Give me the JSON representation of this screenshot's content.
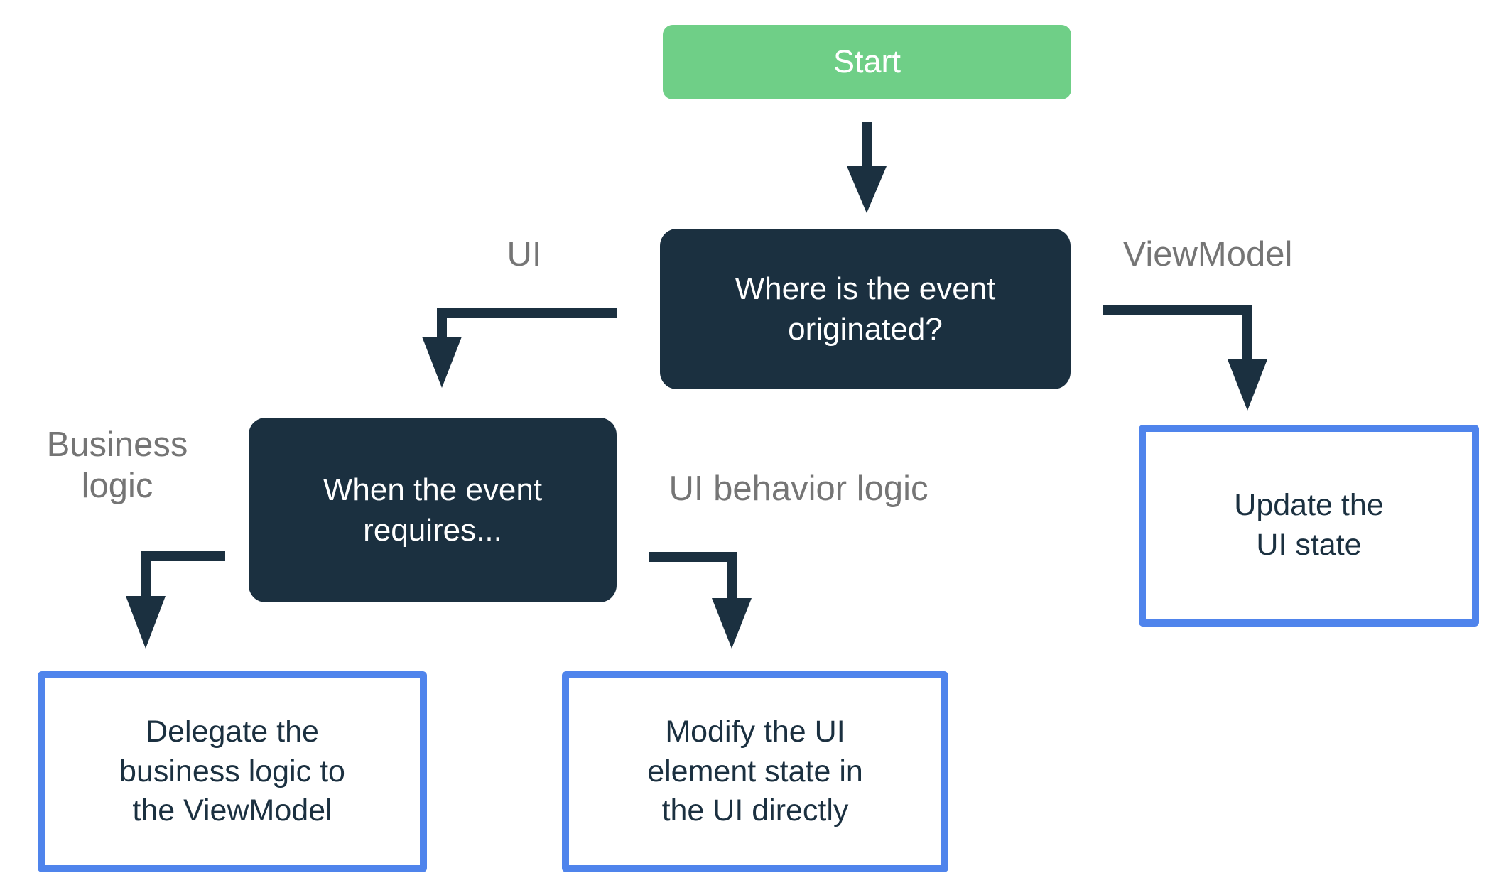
{
  "diagram": {
    "title_hint": "Event handling decision flowchart",
    "colors": {
      "start_fill": "#6FCF87",
      "decision_fill": "#1B3040",
      "action_border": "#4F84EC",
      "action_text": "#1B3040",
      "edge_label_text": "#757575",
      "arrow": "#1B3040",
      "background": "#ffffff"
    },
    "nodes": {
      "start": {
        "label": "Start"
      },
      "where_event_originated": {
        "lines": [
          "Where is the event",
          "originated?"
        ]
      },
      "when_event_requires": {
        "lines": [
          "When the event",
          "requires..."
        ]
      },
      "update_ui_state": {
        "lines": [
          "Update the",
          "UI state"
        ]
      },
      "delegate_business_logic": {
        "lines": [
          "Delegate the",
          "business logic to",
          "the ViewModel"
        ]
      },
      "modify_ui_element": {
        "lines": [
          "Modify the UI",
          "element state in",
          "the UI directly"
        ]
      }
    },
    "edge_labels": {
      "ui": "UI",
      "viewmodel": "ViewModel",
      "business_logic_lines": [
        "Business",
        "logic"
      ],
      "ui_behavior_logic": "UI behavior logic"
    },
    "edges": [
      {
        "from": "start",
        "to": "where_event_originated",
        "label": ""
      },
      {
        "from": "where_event_originated",
        "to": "when_event_requires",
        "label": "UI"
      },
      {
        "from": "where_event_originated",
        "to": "update_ui_state",
        "label": "ViewModel"
      },
      {
        "from": "when_event_requires",
        "to": "delegate_business_logic",
        "label": "Business logic"
      },
      {
        "from": "when_event_requires",
        "to": "modify_ui_element",
        "label": "UI behavior logic"
      }
    ]
  }
}
